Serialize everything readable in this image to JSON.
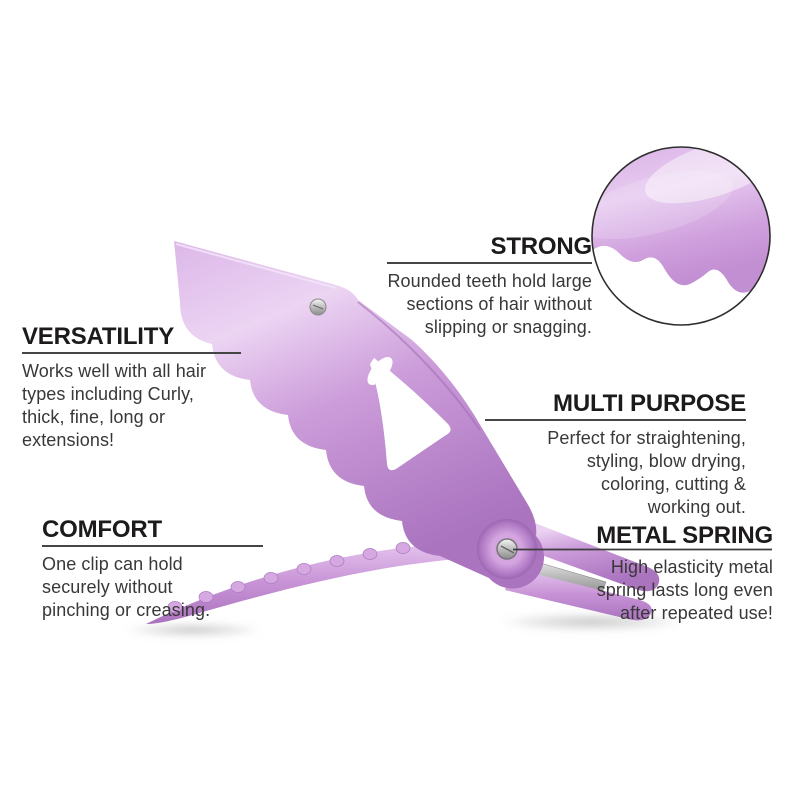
{
  "product": {
    "name": "alligator hair clip",
    "colors": {
      "clip_main": "#cf9fdc",
      "clip_highlight": "#ecd4f3",
      "clip_shadow": "#a873bc",
      "metal": "#bdbdbd",
      "heading_text": "#1c1a1b",
      "body_text": "#3a3738",
      "rule_line": "#454545"
    }
  },
  "callouts": {
    "versatility": {
      "title": "VERSATILITY",
      "body": "Works well with all hair\ntypes including Curly,\nthick, fine, long or\nextensions!"
    },
    "strong": {
      "title": "STRONG",
      "body": "Rounded teeth hold large\nsections of hair without\nslipping or snagging."
    },
    "multi_purpose": {
      "title": "MULTI PURPOSE",
      "body": "Perfect for straightening,\nstyling, blow drying,\ncoloring, cutting &\nworking out."
    },
    "comfort": {
      "title": "COMFORT",
      "body": "One clip can hold\nsecurely without\npinching or creasing."
    },
    "metal_spring": {
      "title": "METAL SPRING",
      "body": "High elasticity metal\nspring lasts long even\nafter repeated use!"
    }
  }
}
